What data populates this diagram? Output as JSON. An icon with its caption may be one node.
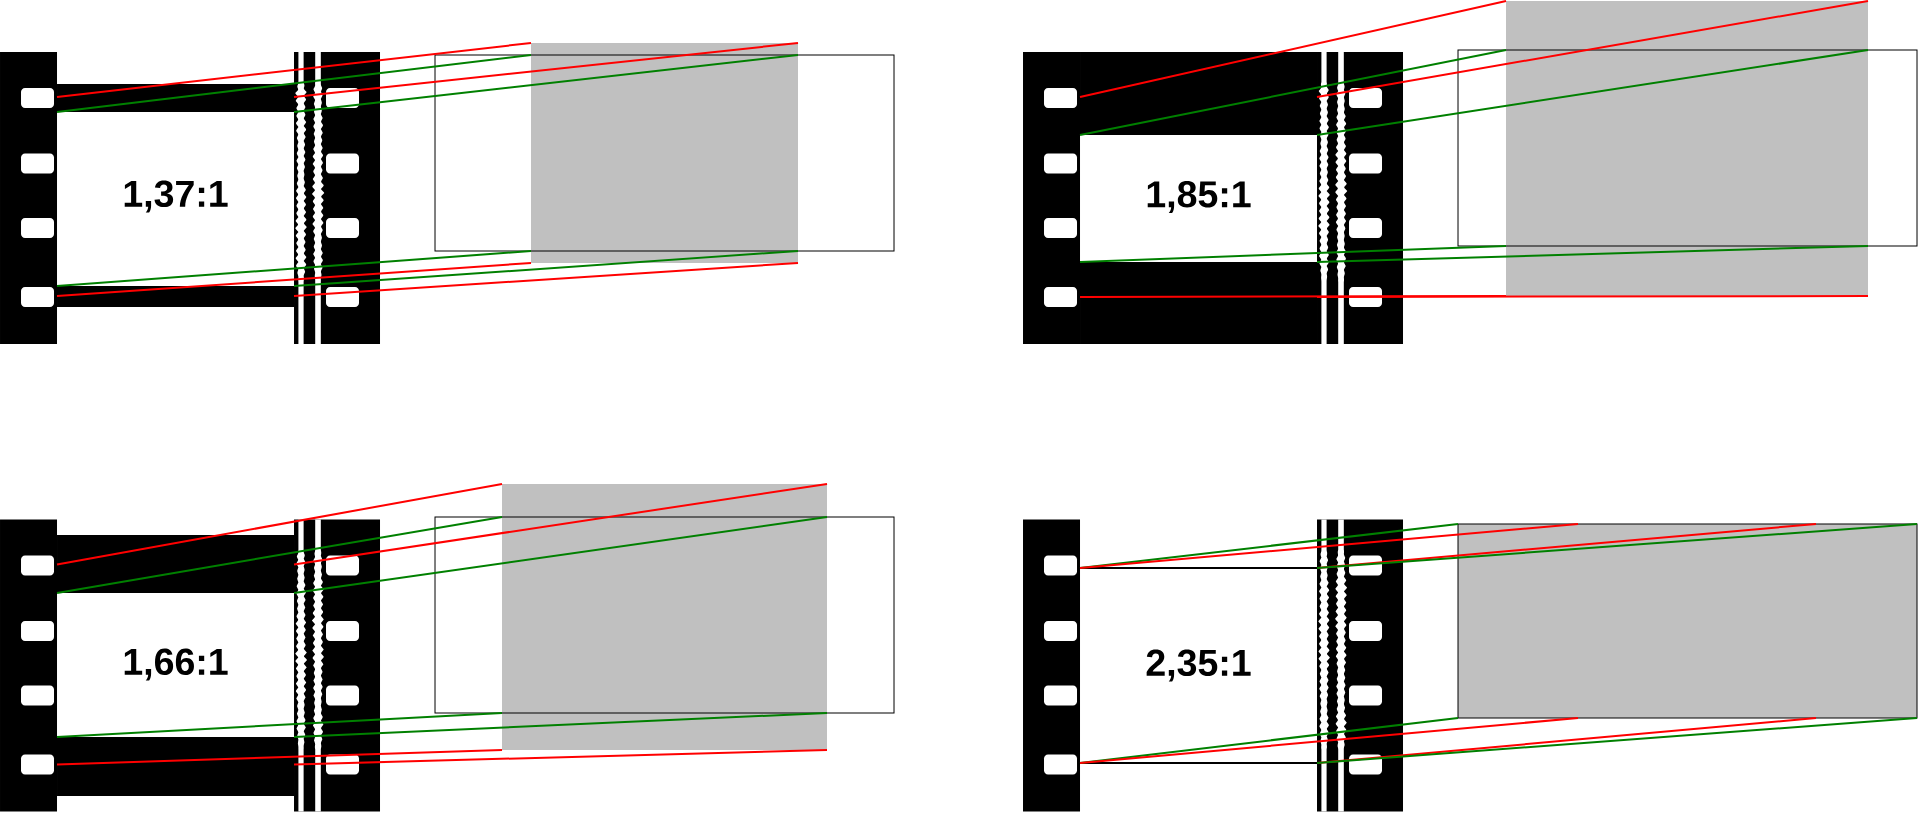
{
  "diagram": {
    "nodes": [
      {
        "text": [
          "1,37:1"
        ]
      },
      {
        "text": [],
        "shape": "box"
      },
      {
        "text": [
          "1,85:1"
        ]
      },
      {
        "text": [],
        "shape": "box"
      },
      {
        "text": [
          "1,66:1"
        ]
      },
      {
        "text": [],
        "shape": "box"
      },
      {
        "text": [
          "2,35:1"
        ]
      },
      {
        "text": [],
        "shape": "box"
      }
    ],
    "edges": [
      {
        "from": 0,
        "to": 1,
        "arrow": "none",
        "color": "#ff0000"
      },
      {
        "from": 0,
        "to": 1,
        "arrow": "none",
        "color": "#008000"
      },
      {
        "from": 0,
        "to": 1,
        "arrow": "none",
        "color": "#ff0000"
      },
      {
        "from": 0,
        "to": 1,
        "arrow": "none",
        "color": "#008000"
      },
      {
        "from": 0,
        "to": 1,
        "arrow": "none",
        "color": "#008000"
      },
      {
        "from": 0,
        "to": 1,
        "arrow": "none",
        "color": "#ff0000"
      },
      {
        "from": 0,
        "to": 1,
        "arrow": "none",
        "color": "#008000"
      },
      {
        "from": 0,
        "to": 1,
        "arrow": "none",
        "color": "#ff0000"
      },
      {
        "from": 2,
        "to": 3,
        "arrow": "none",
        "color": "#ff0000"
      },
      {
        "from": 2,
        "to": 3,
        "arrow": "none",
        "color": "#008000"
      },
      {
        "from": 2,
        "to": 3,
        "arrow": "none",
        "color": "#ff0000"
      },
      {
        "from": 2,
        "to": 3,
        "arrow": "none",
        "color": "#008000"
      },
      {
        "from": 2,
        "to": 3,
        "arrow": "none",
        "color": "#008000"
      },
      {
        "from": 2,
        "to": 3,
        "arrow": "none",
        "color": "#ff0000"
      },
      {
        "from": 2,
        "to": 3,
        "arrow": "none",
        "color": "#008000"
      },
      {
        "from": 2,
        "to": 3,
        "arrow": "none",
        "color": "#ff0000"
      },
      {
        "from": 4,
        "to": 5,
        "arrow": "none",
        "color": "#ff0000"
      },
      {
        "from": 4,
        "to": 5,
        "arrow": "none",
        "color": "#008000"
      },
      {
        "from": 4,
        "to": 5,
        "arrow": "none",
        "color": "#ff0000"
      },
      {
        "from": 4,
        "to": 5,
        "arrow": "none",
        "color": "#008000"
      },
      {
        "from": 4,
        "to": 5,
        "arrow": "none",
        "color": "#008000"
      },
      {
        "from": 4,
        "to": 5,
        "arrow": "none",
        "color": "#ff0000"
      },
      {
        "from": 4,
        "to": 5,
        "arrow": "none",
        "color": "#008000"
      },
      {
        "from": 4,
        "to": 5,
        "arrow": "none",
        "color": "#ff0000"
      },
      {
        "from": 6,
        "to": 7,
        "arrow": "none",
        "color": "#008000"
      },
      {
        "from": 6,
        "to": 7,
        "arrow": "none",
        "color": "#ff0000"
      },
      {
        "from": 6,
        "to": 7,
        "arrow": "none",
        "color": "#ff0000"
      },
      {
        "from": 6,
        "to": 7,
        "arrow": "none",
        "color": "#008000"
      },
      {
        "from": 6,
        "to": 7,
        "arrow": "none",
        "color": "#008000"
      },
      {
        "from": 6,
        "to": 7,
        "arrow": "none",
        "color": "#ff0000"
      },
      {
        "from": 6,
        "to": 7,
        "arrow": "none",
        "color": "#ff0000"
      },
      {
        "from": 6,
        "to": 7,
        "arrow": "none",
        "color": "#008000"
      }
    ]
  }
}
